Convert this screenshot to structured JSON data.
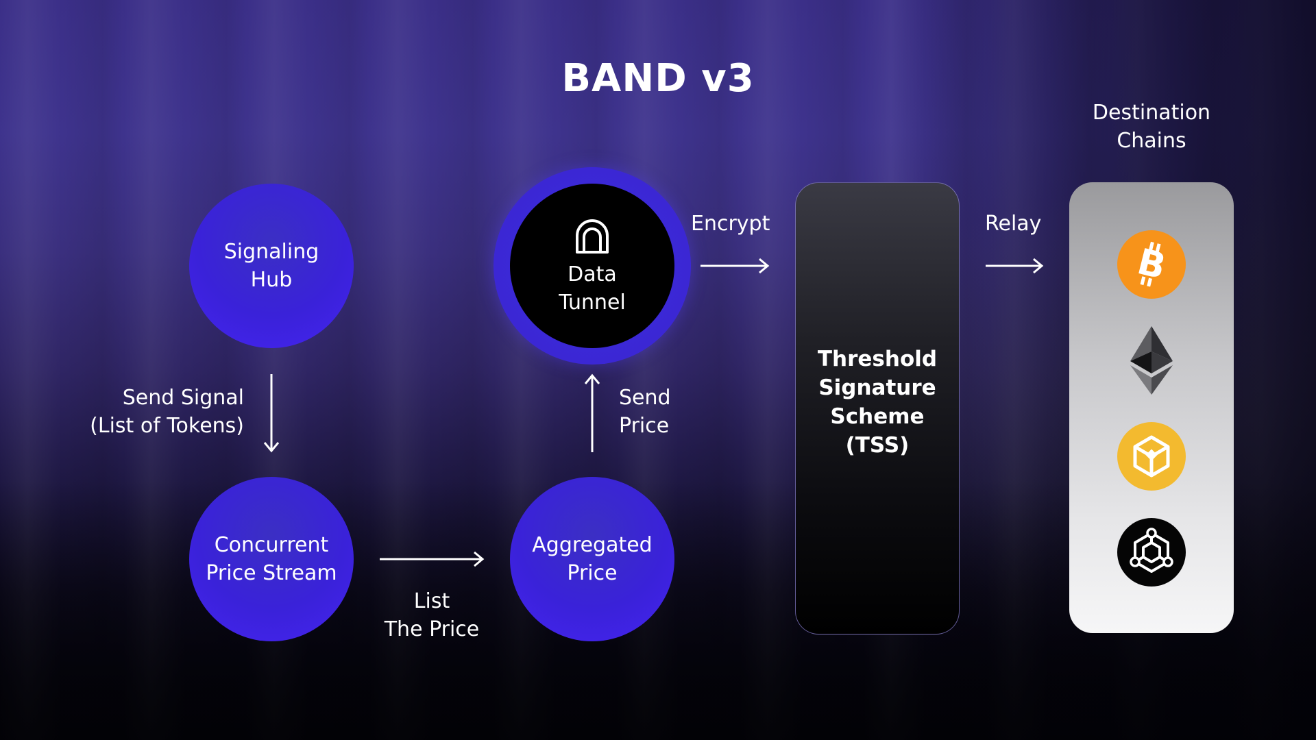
{
  "title": "BAND v3",
  "nodes": {
    "signaling_hub": [
      "Signaling",
      "Hub"
    ],
    "price_stream": [
      "Concurrent",
      "Price Stream"
    ],
    "aggregated_price": [
      "Aggregated",
      "Price"
    ],
    "data_tunnel": [
      "Data",
      "Tunnel"
    ],
    "tss": [
      "Threshold",
      "Signature",
      "Scheme",
      "(TSS)"
    ]
  },
  "edges": {
    "send_signal": [
      "Send Signal",
      "(List of Tokens)"
    ],
    "list_price": [
      "List",
      "The Price"
    ],
    "send_price": [
      "Send",
      "Price"
    ],
    "encrypt": "Encrypt",
    "relay": "Relay"
  },
  "destination": {
    "title": [
      "Destination",
      "Chains"
    ],
    "chains": [
      "bitcoin-icon",
      "ethereum-icon",
      "bnb-icon",
      "cosmos-hub-icon"
    ]
  },
  "colors": {
    "node_purple": "#3a22d9",
    "bitcoin_orange": "#f7931a",
    "bnb_yellow": "#f3ba2f"
  }
}
